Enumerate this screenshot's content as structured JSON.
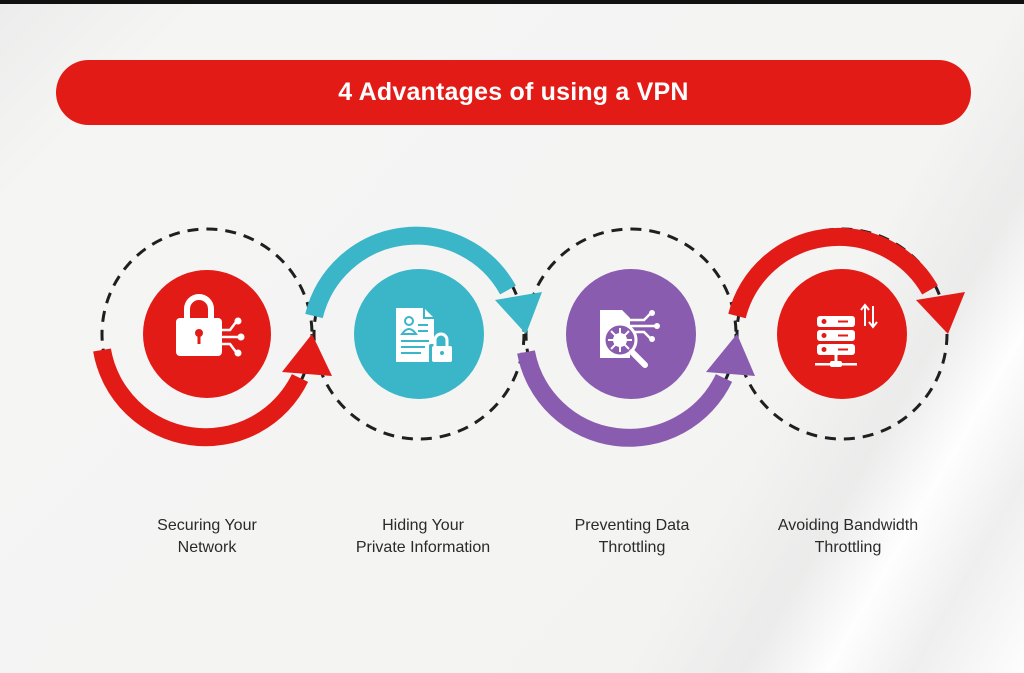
{
  "title": "4 Advantages of using a VPN",
  "colors": {
    "red": "#e31b17",
    "teal": "#3bb6c8",
    "purple": "#8a5cb0",
    "dash": "#1f1f1f",
    "background": "#f4f4f3",
    "label_text": "#2a2a2a"
  },
  "steps": [
    {
      "icon": "padlock-network-icon",
      "color": "red",
      "label_line1": "Securing Your",
      "label_line2": "Network"
    },
    {
      "icon": "document-user-lock-icon",
      "color": "teal",
      "label_line1": "Hiding Your",
      "label_line2": "Private Information"
    },
    {
      "icon": "document-magnifier-network-icon",
      "color": "purple",
      "label_line1": "Preventing Data",
      "label_line2": "Throttling"
    },
    {
      "icon": "server-transfer-icon",
      "color": "red",
      "label_line1": "Avoiding Bandwidth",
      "label_line2": "Throttling"
    }
  ]
}
